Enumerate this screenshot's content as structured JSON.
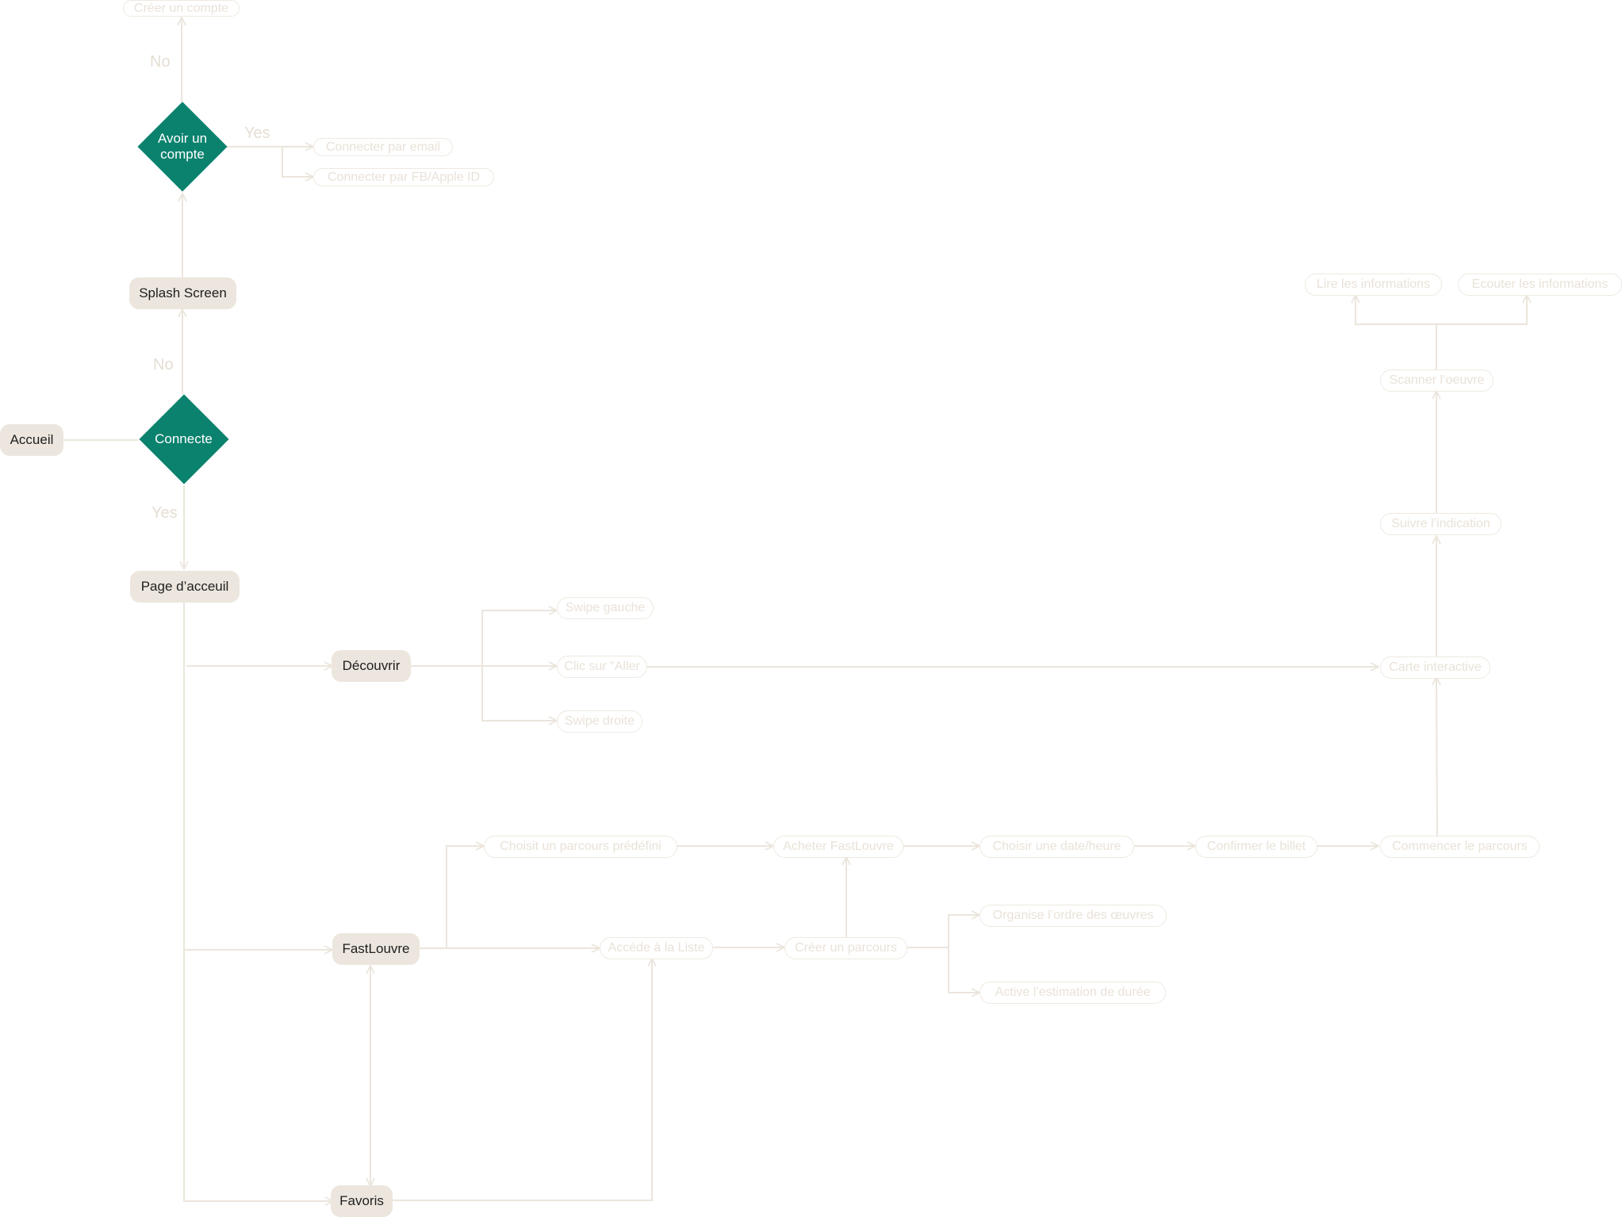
{
  "colors": {
    "decision": "#0b826e",
    "node_fill": "#ece6de",
    "connector": "#ebe5dc",
    "ghost_text": "#e9e2d8"
  },
  "nodes": {
    "creer_compte": "Créer un compte",
    "avoir_compte": "Avoir un compte",
    "connecter_email": "Connecter par email",
    "connecter_fb": "Connecter par FB/Apple ID",
    "splash": "Splash Screen",
    "connecte": "Connecte",
    "accueil": "Accueil",
    "page_accueil": "Page d’acceuil",
    "decouvrir": "Découvrir",
    "swipe_gauche": "Swipe gauche",
    "clic_aller": "Clic sur \"Aller",
    "swipe_droite": "Swipe droite",
    "carte": "Carte interactive",
    "suivre": "Suivre l’indication",
    "scanner": "Scanner l’oeuvre",
    "lire": "Lire les informations",
    "ecouter": "Ecouter les informations",
    "fastlouvre": "FastLouvre",
    "choisit_parcours": "Choisit un parcours prédéfini",
    "acheter": "Acheter FastLouvre",
    "choisir_date": "Choisir une date/heure",
    "confirmer": "Confirmer le billet",
    "commencer": "Commencer le parcours",
    "accede_liste": "Accède à la Liste",
    "creer_parcours": "Créer un parcours",
    "organise": "Organise l’ordre des œuvres",
    "active": "Active l’estimation de durée",
    "favoris": "Favoris"
  },
  "edge_labels": {
    "no_top": "No",
    "yes_top": "Yes",
    "no_mid": "No",
    "yes_mid": "Yes"
  }
}
